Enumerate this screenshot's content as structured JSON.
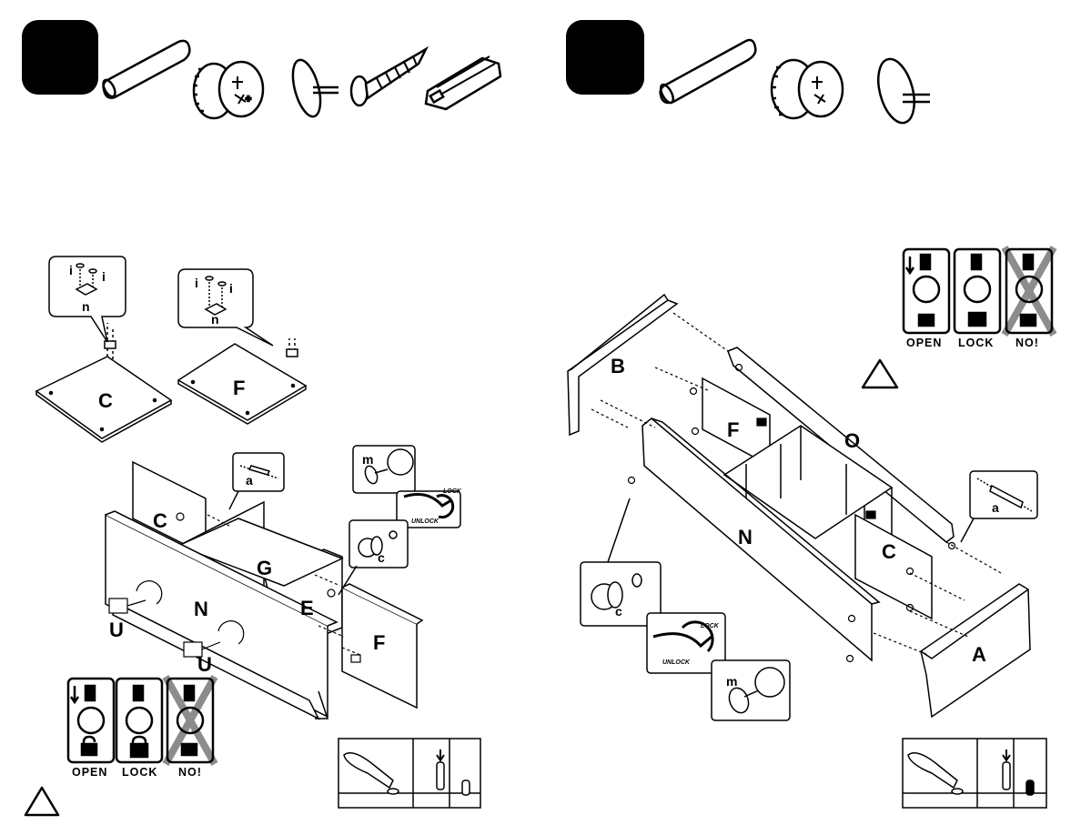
{
  "parts": {
    "A": "A",
    "B": "B",
    "C": "C",
    "E": "E",
    "F": "F",
    "G": "G",
    "N": "N",
    "O": "O"
  },
  "tools": {
    "U": "U"
  },
  "hardware_labels": {
    "a": "a",
    "c": "c",
    "i": "i",
    "m": "m",
    "n": "n"
  },
  "rotation": {
    "lock": "LOCK",
    "unlock": "UNLOCK"
  },
  "lock_states": {
    "open": "OPEN",
    "lock": "LOCK",
    "no": "NO!"
  },
  "icons": [
    "dowel-icon",
    "cam-lock-icon",
    "cam-pin-icon",
    "screw-icon",
    "magnetic-catch-icon",
    "warning-triangle-icon"
  ]
}
